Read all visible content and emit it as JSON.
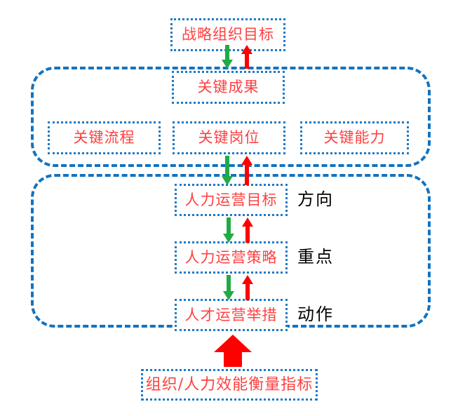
{
  "diagram": {
    "title_node": {
      "label": "战略组织目标"
    },
    "group_top": {
      "key_result": {
        "label": "关键成果"
      },
      "row": [
        {
          "label": "关键流程"
        },
        {
          "label": "关键岗位"
        },
        {
          "label": "关键能力"
        }
      ]
    },
    "group_bottom": {
      "rows": [
        {
          "label": "人力运营目标",
          "side_label": "方向"
        },
        {
          "label": "人力运营策略",
          "side_label": "重点"
        },
        {
          "label": "人才运营举措",
          "side_label": "动作"
        }
      ]
    },
    "bottom_node": {
      "label": "组织/人力效能衡量指标"
    },
    "arrows": {
      "down_icon": "arrow-down-green",
      "up_icon": "arrow-up-red",
      "big_up_icon": "block-arrow-up-red"
    },
    "colors": {
      "box_border": "#1f7ac4",
      "container_border": "#1273c0",
      "node_text": "#ff4040",
      "side_label_text": "#000000",
      "arrow_down": "#22aa44",
      "arrow_up": "#ff0000",
      "background": "#ffffff"
    }
  }
}
